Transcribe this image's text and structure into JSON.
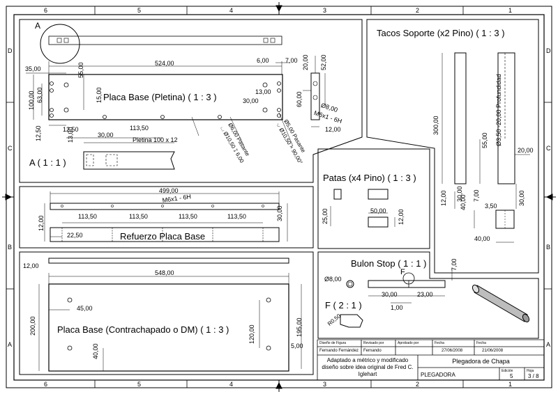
{
  "zones": {
    "top": [
      "6",
      "5",
      "4",
      "3",
      "2",
      "1"
    ],
    "bottom": [
      "6",
      "5",
      "4",
      "3",
      "2",
      "1"
    ],
    "left": [
      "D",
      "C",
      "B",
      "A"
    ],
    "right": [
      "D",
      "C",
      "B",
      "A"
    ]
  },
  "views": {
    "detail_a_circle": "A",
    "detail_a": "A  ( 1 : 1 )",
    "placa_base": "Placa Base (Pletina)  ( 1 : 3 )",
    "tacos": "Tacos Soporte (x2 Pino)  ( 1 : 3 )",
    "patas": "Patas (x4 Pino)  ( 1 : 3 )",
    "refuerzo": "Refuerzo Placa Base",
    "contrachapado": "Placa Base (Contrachapado o DM)  ( 1 : 3 )",
    "bulon": "Bulon Stop  ( 1 : 1 )",
    "detail_f": "F  ( 2 : 1 )",
    "detail_f_mark": "F"
  },
  "dims": {
    "pb_524": "524,00",
    "pb_35": "35,00",
    "pb_55": "55,00",
    "pb_100": "100,00",
    "pb_63": "63,00",
    "pb_15": "15,00",
    "pb_12_50a": "12,50",
    "pb_12_50b": "12,50",
    "pb_13a": "13,00",
    "pb_13b": "13,00",
    "pb_30a": "30,00",
    "pb_113_50": "113,50",
    "pb_6": "6,00",
    "pb_7": "7,00",
    "pb_20": "20,00",
    "pb_52": "52,00",
    "pb_60": "60,00",
    "pb_30b": "30,00",
    "pb_12": "12,00",
    "pb_m6": "M6x1 - 6H",
    "pb_d8": "Ø8,00",
    "pb_pletina": "Pletina 100 x 12",
    "pb_hole1a": "Ø6,00 Pasante",
    "pb_hole1b": "⌴ Ø10,50 ↧ 6,00",
    "pb_hole2a": "Ø5,00 Pasante",
    "pb_hole2b": "⌵ Ø10,50 × 90,00°",
    "tc_300": "300,00",
    "tc_55": "55,00",
    "tc_hole": "Ø3,50 -20,00 Profundidad",
    "tc_20": "20,00",
    "tc_12": "12,00",
    "tc_30a": "30,00",
    "tc_40a": "40,00",
    "tc_7": "7,00",
    "tc_3_50": "3,50",
    "tc_30b": "30,00",
    "tc_40b": "40,00",
    "pt_25": "25,00",
    "pt_50": "50,00",
    "pt_12": "12,00",
    "rf_499": "499,00",
    "rf_m6": "M6x1 - 6H",
    "rf_12": "12,00",
    "rf_113_50a": "113,50",
    "rf_113_50b": "113,50",
    "rf_113_50c": "113,50",
    "rf_113_50d": "113,50",
    "rf_30": "30,00",
    "rf_22_50": "22,50",
    "cp_12": "12,00",
    "cp_548": "548,00",
    "cp_45": "45,00",
    "cp_200": "200,00",
    "cp_120": "120,00",
    "cp_195": "195,00",
    "cp_40": "40,00",
    "cp_5": "5,00",
    "bs_d8": "Ø8,00",
    "bs_7": "7,00",
    "bs_30": "30,00",
    "bs_23": "23,00",
    "bs_1": "1,00",
    "bs_r0_5": "R0,50"
  },
  "title_block": {
    "h_diseno": "Diseño de Figura",
    "v_diseno": "Fernando Fernández",
    "h_revisado": "Revisado por",
    "v_revisado": "Fernando",
    "h_aprobado": "Aprobado por",
    "h_fecha1": "Fecha",
    "v_fecha1": "27/06/2008",
    "h_fecha2": "Fecha",
    "v_fecha2": "21/06/2008",
    "note": "Adaptado a métrico y modificado diseño sobre idea original de Fred C. Iglehart",
    "drawing_title": "Plegadora de Chapa",
    "drawing_number": "PLEGADORA",
    "h_edicion": "Edición",
    "v_edicion": "5",
    "h_hoja": "Hoja",
    "v_hoja": "3 / 8"
  }
}
